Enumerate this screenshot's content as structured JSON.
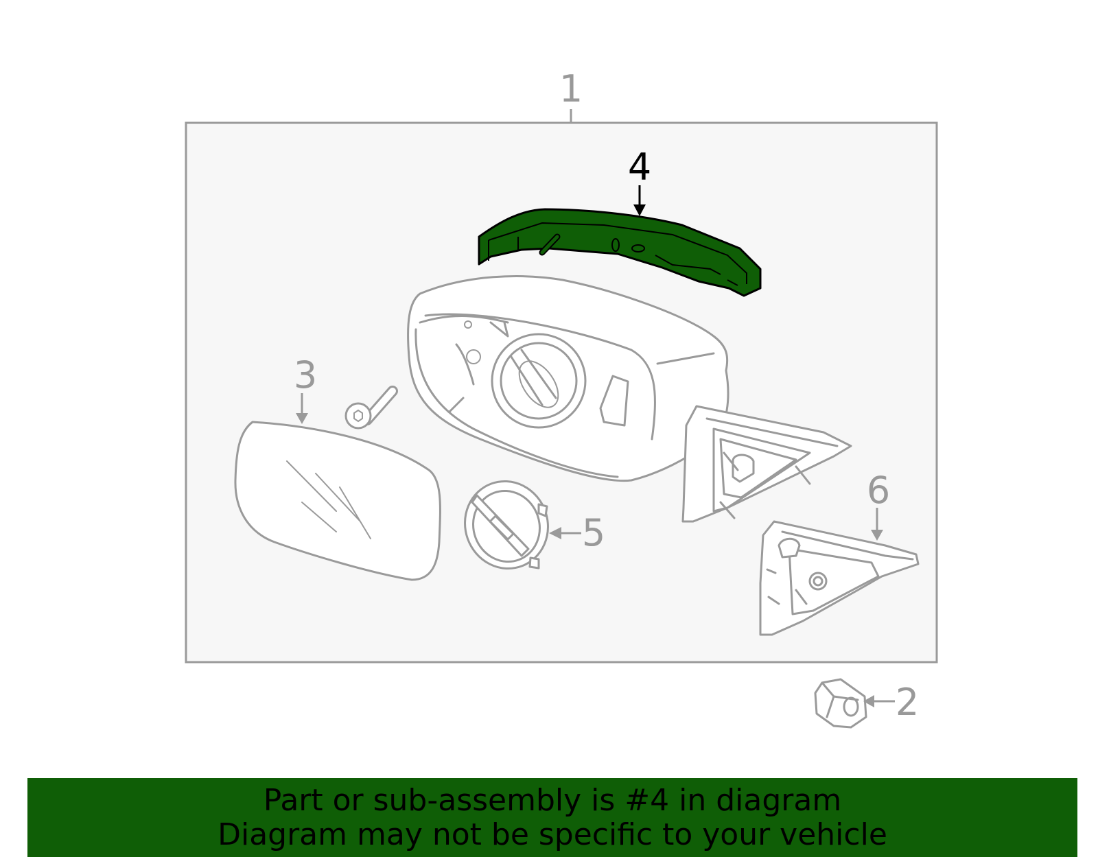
{
  "callouts": {
    "c1": "1",
    "c2": "2",
    "c3": "3",
    "c4": "4",
    "c5": "5",
    "c6": "6"
  },
  "highlight_part": "4",
  "colors": {
    "highlight": "#0f5e06",
    "outline": "#9a9a9a",
    "box_fill": "#f7f7f7",
    "banner": "#0f5e06",
    "banner_text": "#000000"
  },
  "banner": {
    "line1": "Part or sub-assembly is #4 in diagram",
    "line2": "Diagram may not be specific to your vehicle"
  }
}
